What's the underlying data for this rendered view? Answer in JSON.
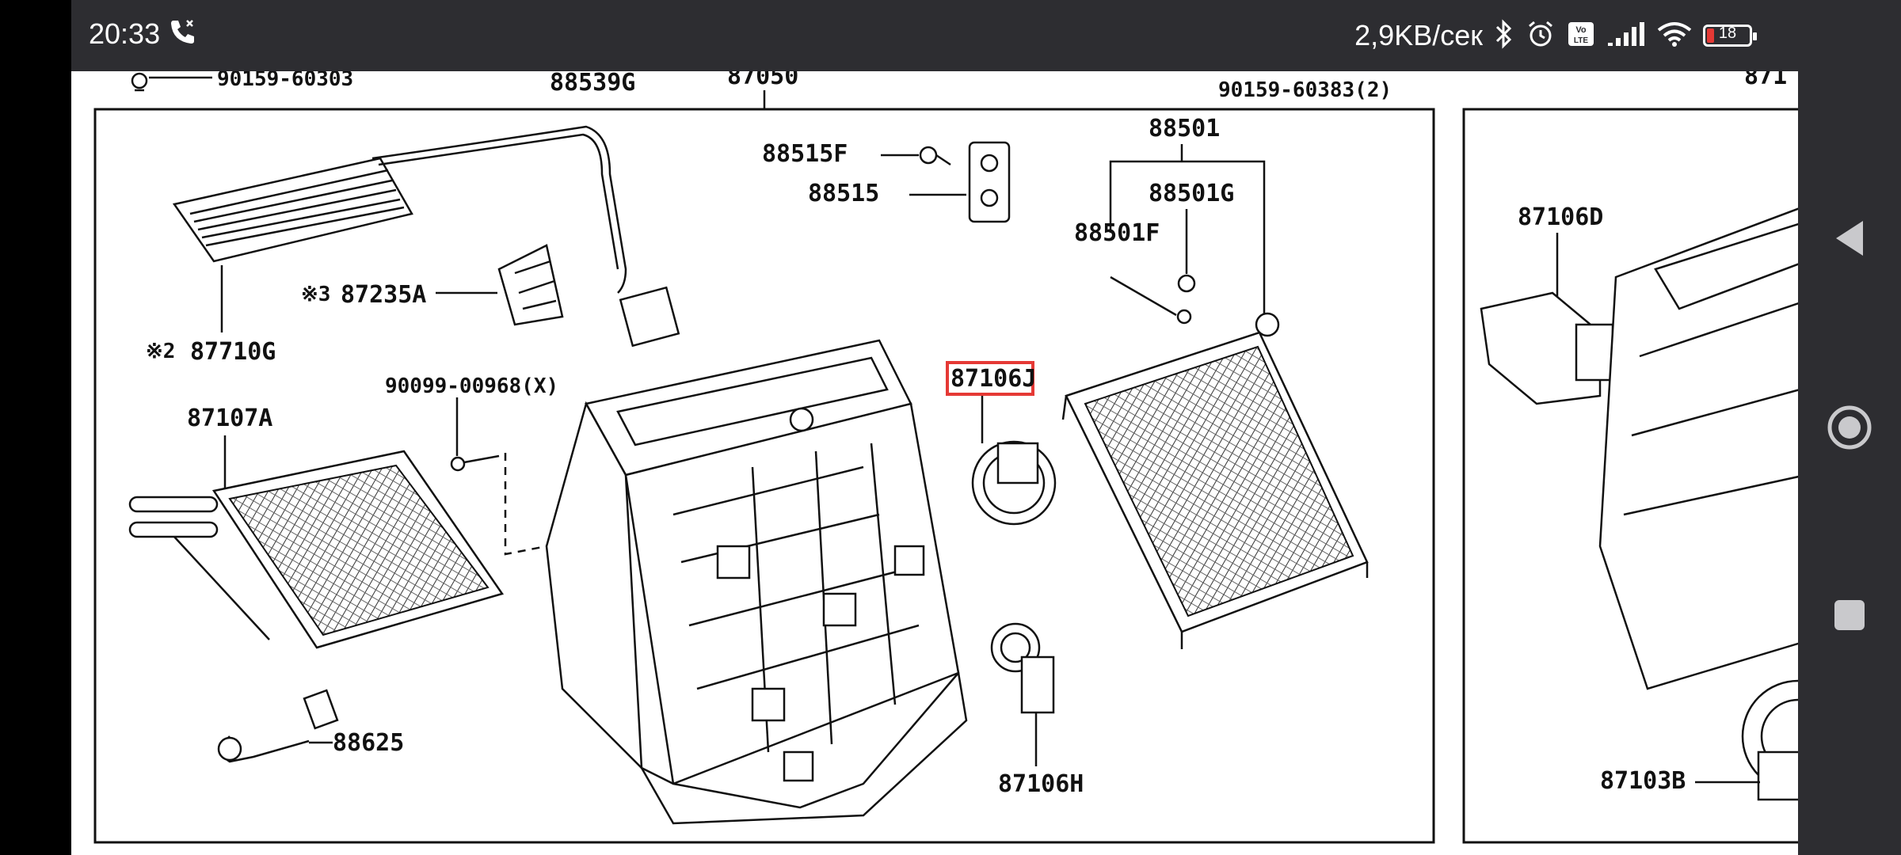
{
  "status_bar": {
    "time": "20:33",
    "call_icon": "phone-call-icon",
    "network_speed": "2,9KB/сек",
    "icons": [
      "bluetooth-icon",
      "alarm-icon",
      "volte-icon",
      "signal-icon",
      "wifi-icon"
    ],
    "battery_level": "18",
    "battery_color": "#e53935"
  },
  "diagram": {
    "highlight_color": "#e53935",
    "labels": {
      "top_90159_60303": "90159-60303",
      "top_88539G": "88539G",
      "top_87050": "87050",
      "top_90159_60383": "90159-60383(2)",
      "top_right_cut": "871",
      "l_88515F": "88515F",
      "l_88515": "88515",
      "l_88501": "88501",
      "l_88501G": "88501G",
      "l_88501F": "88501F",
      "l_87235A": "87235A",
      "l_87235A_note": "※3",
      "l_87710G": "87710G",
      "l_87710G_note": "※2",
      "l_90099": "90099-00968(X)",
      "l_87107A": "87107A",
      "l_87106J": "87106J",
      "l_88625": "88625",
      "l_87106H": "87106H",
      "l_87106D": "87106D",
      "l_87103B": "87103B"
    }
  },
  "nav_bar": {
    "back_icon": "back-triangle-icon",
    "home_icon": "home-circle-icon",
    "recents_icon": "recents-square-icon"
  }
}
